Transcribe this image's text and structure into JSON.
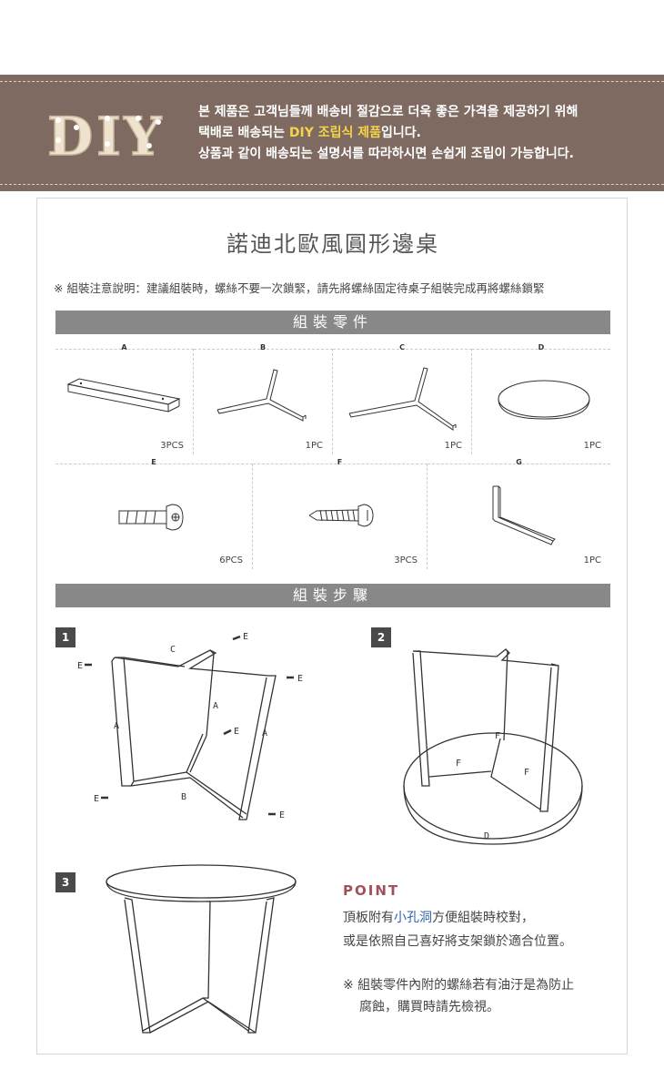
{
  "banner": {
    "logo_text": "DIY",
    "line1": "본 제품은 고객님들께 배송비 절감으로 더욱 좋은 가격을 제공하기 위해",
    "line2_pre": "택배로 배송되는 ",
    "line2_hl": "DIY 조립식 제품",
    "line2_post": "입니다.",
    "line3": "상품과 같이 배송되는 설명서를 따라하시면 손쉽게 조립이 가능합니다."
  },
  "title": "諾迪北歐風圓形邊桌",
  "note": "※ 組裝注意說明：建議組裝時，螺絲不要一次鎖緊，請先將螺絲固定待桌子組裝完成再將螺絲鎖緊",
  "parts_header": "組裝零件",
  "parts": [
    {
      "label": "A",
      "qty": "3PCS",
      "icon": "beam-icon"
    },
    {
      "label": "B",
      "qty": "1PC",
      "icon": "y-frame-icon"
    },
    {
      "label": "C",
      "qty": "1PC",
      "icon": "y-frame-icon"
    },
    {
      "label": "D",
      "qty": "1PC",
      "icon": "round-tabletop-icon"
    },
    {
      "label": "E",
      "qty": "6PCS",
      "icon": "bolt-icon"
    },
    {
      "label": "F",
      "qty": "3PCS",
      "icon": "wood-screw-icon"
    },
    {
      "label": "G",
      "qty": "1PC",
      "icon": "hex-key-icon"
    }
  ],
  "steps_header": "組裝步驟",
  "steps": [
    "1",
    "2",
    "3"
  ],
  "step1_labels": {
    "c": "C",
    "b": "B",
    "a": "A",
    "e": "E"
  },
  "step2_labels": {
    "f": "F",
    "d": "D"
  },
  "point": {
    "title": "POINT",
    "line1_pre": "頂板附有",
    "line1_hl": "小孔洞",
    "line1_post": "方便組裝時校對，",
    "line2": "或是依照自己喜好將支架鎖於適合位置。"
  },
  "warning": {
    "line1": "※ 組裝零件內附的螺絲若有油汙是為防止",
    "line2": "腐蝕，購買時請先檢視。"
  },
  "colors": {
    "banner": "#7e6a60",
    "highlight": "#f6d34a",
    "bar": "#888888",
    "point": "#a0525b",
    "blue": "#2e62a8"
  }
}
